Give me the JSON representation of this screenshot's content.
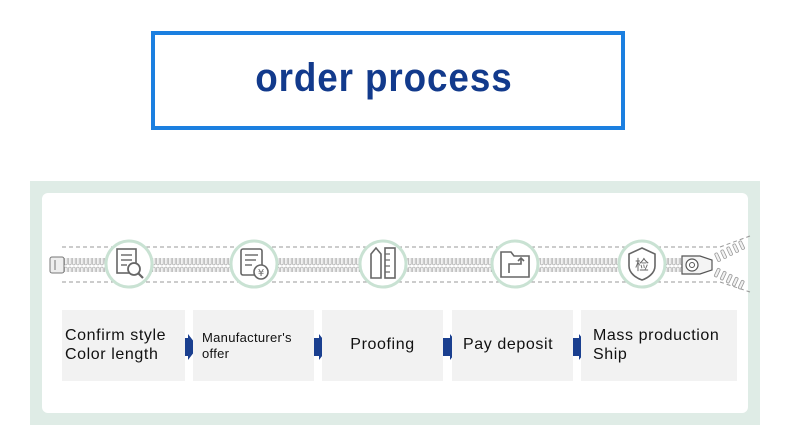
{
  "title": "order process",
  "icons": [
    "document-search-icon",
    "invoice-yen-icon",
    "ruler-pencil-icon",
    "folder-payment-icon",
    "inspection-seal-icon"
  ],
  "steps": [
    {
      "lines": [
        "Confirm style",
        "Color length"
      ]
    },
    {
      "lines": [
        "Manufacturer's",
        "offer"
      ]
    },
    {
      "lines": [
        "Proofing"
      ]
    },
    {
      "lines": [
        "Pay deposit"
      ]
    },
    {
      "lines": [
        "Mass production",
        "Ship"
      ]
    }
  ],
  "seal_char": "检",
  "yen_char": "¥",
  "colors": {
    "title_border": "#1b7fe0",
    "title_text": "#123a8c",
    "panel_bg": "#dfece6",
    "arrow": "#1a3f8f",
    "icon_circle": "#c9e2d3"
  }
}
